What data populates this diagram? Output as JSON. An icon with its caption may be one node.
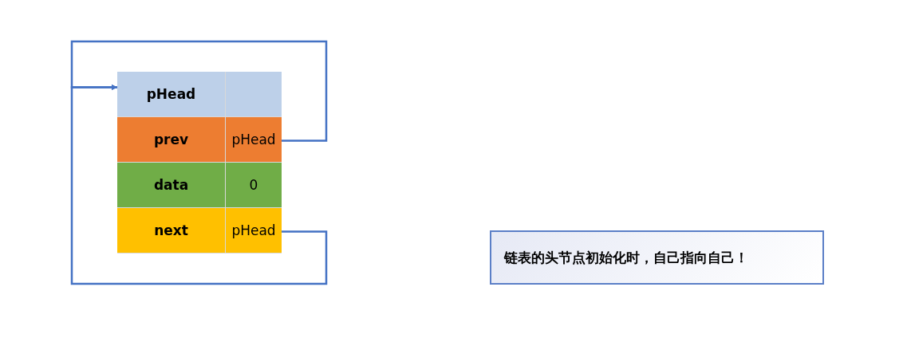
{
  "diagram": {
    "nodes": [
      {
        "text": [
          "pHead"
        ]
      },
      {
        "text": [
          "prev",
          "pHead"
        ]
      },
      {
        "text": [
          "data",
          "0"
        ]
      },
      {
        "text": [
          "next",
          "pHead"
        ]
      },
      {
        "text": [
          "链表的头节点初始化时，自己指向自己！"
        ]
      }
    ],
    "edges": [
      {
        "from": 1,
        "to": 0,
        "arrow": "to"
      },
      {
        "from": 3,
        "to": 0,
        "arrow": "to"
      }
    ]
  }
}
